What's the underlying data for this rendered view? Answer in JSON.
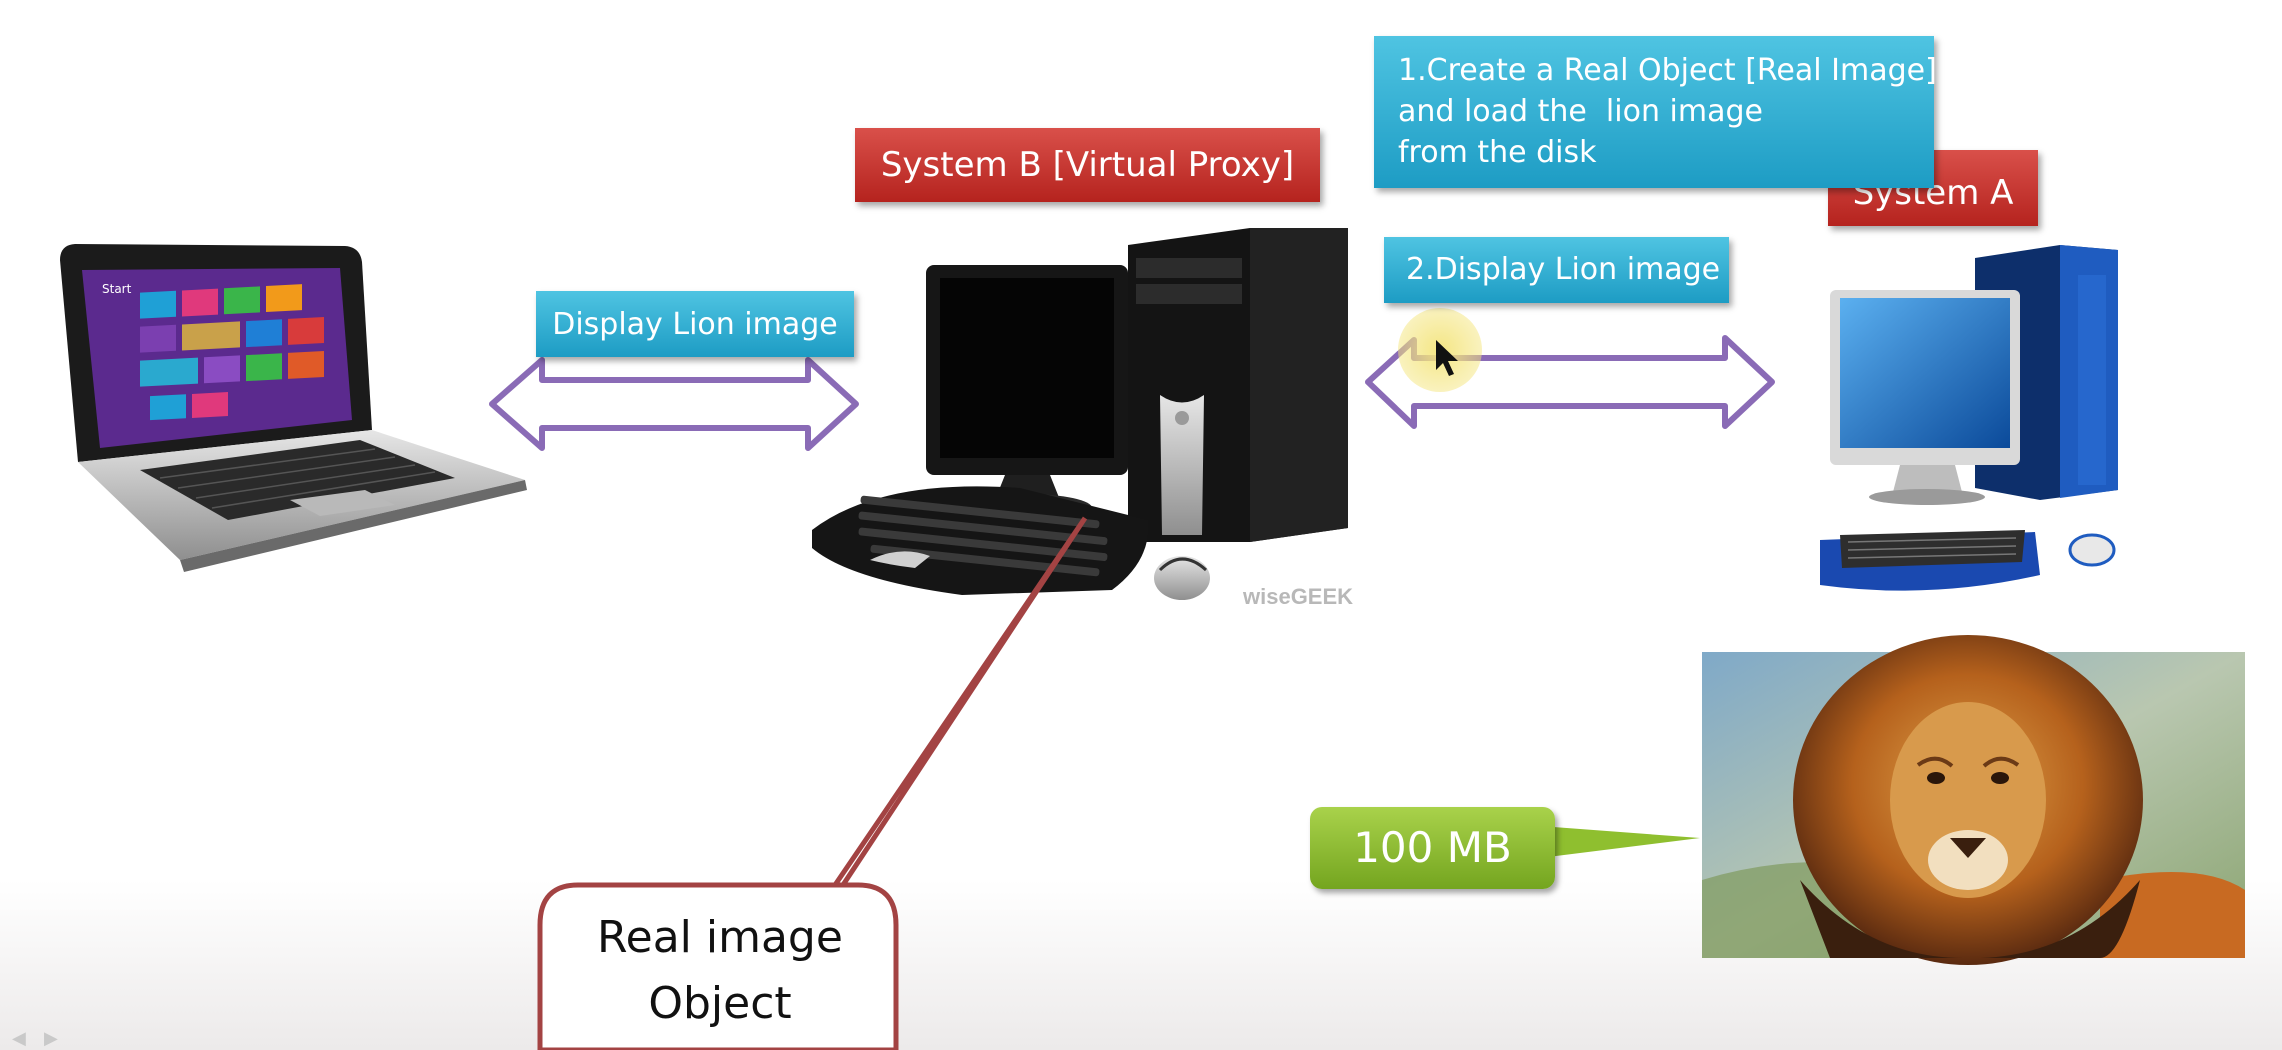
{
  "labels": {
    "system_b": "System B [Virtual Proxy]",
    "system_a": "System A",
    "step1": [
      "1.Create a Real Object [Real Image]",
      "and load the  lion image",
      "from the disk"
    ],
    "step2": "2.Display Lion image",
    "display": "Display Lion image",
    "size": "100 MB",
    "callout": [
      "Real image",
      "Object"
    ],
    "watermark": "wiseGEEK",
    "laptop_start": "Start"
  },
  "icons": {
    "laptop": "laptop-icon",
    "proxy_pc": "desktop-computer-icon",
    "server_pc": "desktop-computer-icon",
    "lion": "lion-photo",
    "cursor": "mouse-cursor-icon",
    "arrows": "double-headed-arrow-icon"
  },
  "colors": {
    "blue_label": "#2aa9cf",
    "red_label": "#c8342f",
    "green_badge": "#8fbf2f",
    "arrow_outline": "#8a6bb6",
    "callout_outline": "#a34343",
    "cursor_highlight": "#f2e27a"
  }
}
